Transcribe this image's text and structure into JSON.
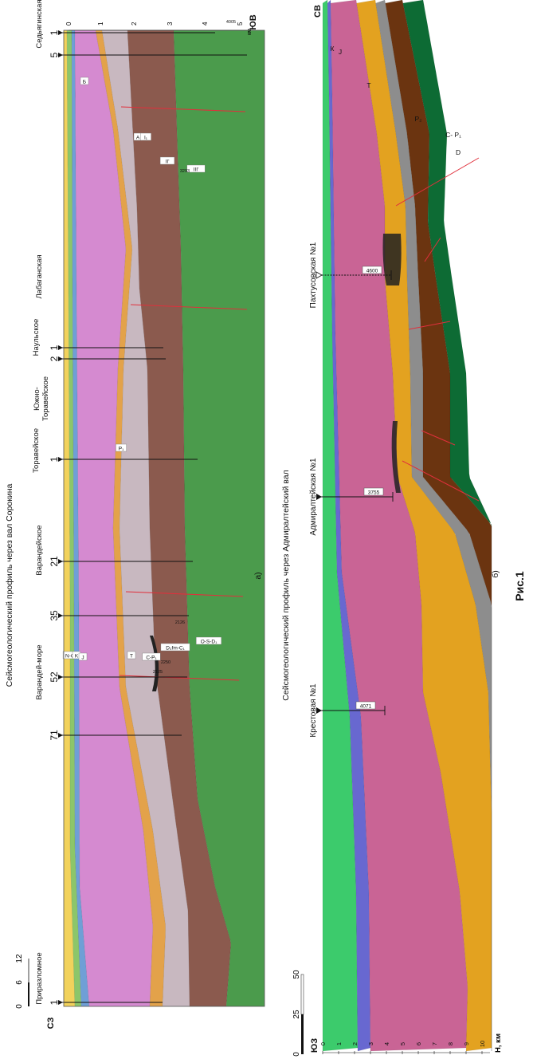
{
  "figure_caption": "Рис.1",
  "profile_a": {
    "title": "Сейсмогеологический профиль через вал Сорокина",
    "sublabel": "а)",
    "dir_start": "СЗ",
    "dir_end": "ЮВ",
    "scale_ticks": [
      "0",
      "6",
      "12"
    ],
    "depth_ticks": [
      "0",
      "1",
      "2",
      "3",
      "4",
      "5"
    ],
    "depth_unit": "км",
    "areas": [
      {
        "name": "Приразломное",
        "wells": [
          {
            "num": "5"
          },
          {
            "num": "1"
          }
        ]
      },
      {
        "name": "Варандей-море",
        "wells": [
          {
            "num": "2"
          },
          {
            "num": "1"
          }
        ]
      },
      {
        "name": "Варандейское",
        "wells": [
          {
            "num": "1"
          }
        ]
      },
      {
        "name": "Торавейское",
        "wells": [
          {
            "num": "21"
          }
        ]
      },
      {
        "name": "Южно-Торавейское",
        "wells": [
          {
            "num": "35"
          }
        ]
      },
      {
        "name": "Наульское",
        "wells": [
          {
            "num": "52"
          }
        ]
      },
      {
        "name": "Лабаганская",
        "wells": [
          {
            "num": "71"
          }
        ]
      },
      {
        "name": "Седьягинская",
        "wells": [
          {
            "num": "1"
          }
        ]
      }
    ],
    "layer_labels": [
      "N-Q",
      "K",
      "J",
      "T",
      "C-P₁",
      "D₃fm-C₁",
      "O-S-D₁",
      "P₁",
      "Б",
      "А",
      "I₁",
      "II'",
      "III'"
    ],
    "depth_marks": [
      "2125",
      "2250",
      "3293",
      "2126",
      "4005"
    ]
  },
  "profile_b": {
    "title": "Сейсмогеологический профиль через Адмиралтейский вал",
    "sublabel": "б)",
    "dir_start": "ЮЗ",
    "dir_end": "СВ",
    "scale_ticks": [
      "0",
      "25",
      "50"
    ],
    "depth_axis_label": "Н, км",
    "depth_ticks": [
      "0",
      "1",
      "2",
      "3",
      "4",
      "5",
      "6",
      "7",
      "8",
      "9",
      "10"
    ],
    "wells": [
      {
        "name": "Крестовая №1",
        "depth": "4071"
      },
      {
        "name": "Адмиралтейская №1",
        "depth": "3755"
      },
      {
        "name": "Пахтусовская №1",
        "depth": "4600"
      }
    ],
    "layer_labels": [
      "К",
      "J",
      "Т",
      "P₂",
      "С- P₁",
      "D"
    ]
  },
  "colors": {
    "nq": "#f2d25c",
    "k_a": "#8cc66a",
    "j_a": "#6f9fd6",
    "t_a": "#d58ad0",
    "p_a": "#e3a24a",
    "cp_a": "#c8b8c0",
    "d_a": "#8b5a4e",
    "osd_a": "#4b9b4c",
    "k_b": "#3ccb6c",
    "j_b": "#6868d0",
    "t_b": "#c96495",
    "p2_b": "#e3a220",
    "cp_b": "#8d8d8d",
    "d_b": "#6b3410",
    "deep_b": "#0d6b34",
    "fault": "#e0303c"
  }
}
